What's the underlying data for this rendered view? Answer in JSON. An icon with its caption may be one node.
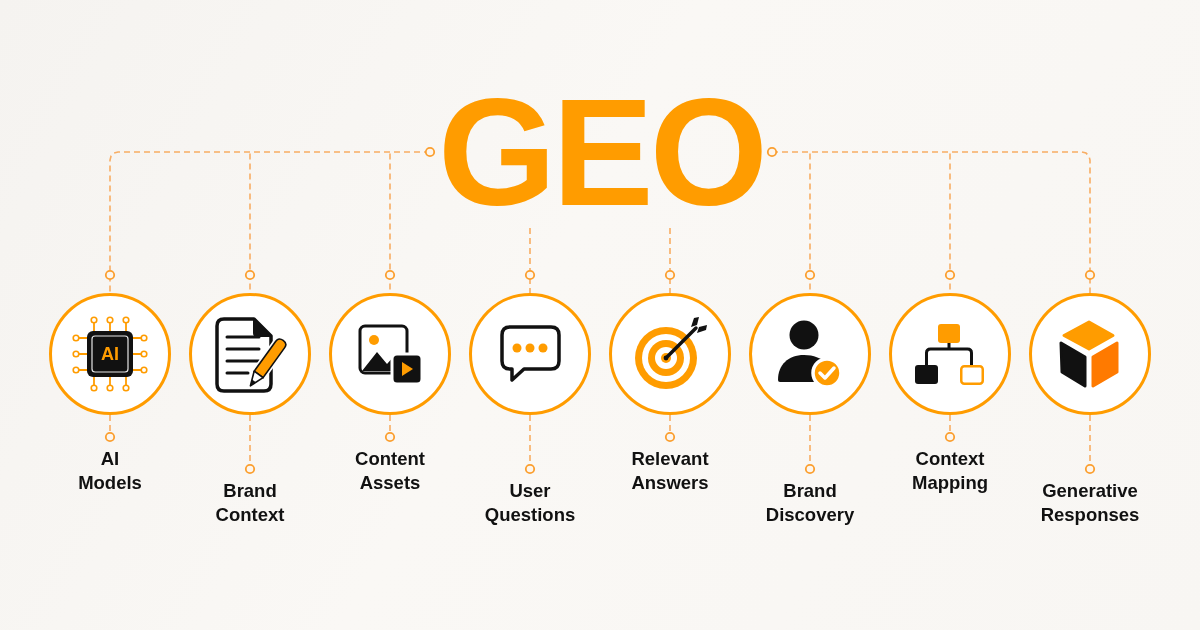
{
  "diagram": {
    "nodes": [
      {
        "text": [
          "GEO"
        ]
      },
      {
        "text": [],
        "shape": "circle"
      },
      {
        "text": [],
        "shape": "circle"
      },
      {
        "text": [],
        "shape": "circle"
      },
      {
        "text": [],
        "shape": "circle"
      },
      {
        "text": [],
        "shape": "circle"
      },
      {
        "text": [],
        "shape": "circle"
      },
      {
        "text": [],
        "shape": "circle"
      },
      {
        "text": [],
        "shape": "circle"
      },
      {
        "text": [
          "AI Models"
        ]
      },
      {
        "text": [
          "Brand Context"
        ]
      },
      {
        "text": [
          "Content Assets"
        ]
      },
      {
        "text": [
          "User Questions"
        ]
      },
      {
        "text": [
          "Relevant Answers"
        ]
      },
      {
        "text": [
          "Brand Discovery"
        ]
      },
      {
        "text": [
          "Context Mapping"
        ]
      },
      {
        "text": [
          "Generative Responses"
        ]
      }
    ],
    "edges": [
      {
        "from": 0,
        "to": 1,
        "arrow": "other",
        "style": "dashed"
      },
      {
        "from": 0,
        "to": 2,
        "arrow": "other",
        "style": "dashed"
      },
      {
        "from": 0,
        "to": 3,
        "arrow": "other",
        "style": "dashed"
      },
      {
        "from": 0,
        "to": 4,
        "arrow": "other",
        "style": "dashed"
      },
      {
        "from": 0,
        "to": 5,
        "arrow": "other",
        "style": "dashed"
      },
      {
        "from": 0,
        "to": 6,
        "arrow": "other",
        "style": "dashed"
      },
      {
        "from": 0,
        "to": 7,
        "arrow": "other",
        "style": "dashed"
      },
      {
        "from": 0,
        "to": 8,
        "arrow": "other",
        "style": "dashed"
      },
      {
        "from": 1,
        "to": 9,
        "arrow": "other",
        "style": "dashed"
      },
      {
        "from": 2,
        "to": 10,
        "arrow": "other",
        "style": "dashed"
      },
      {
        "from": 3,
        "to": 11,
        "arrow": "other",
        "style": "dashed"
      },
      {
        "from": 4,
        "to": 12,
        "arrow": "other",
        "style": "dashed"
      },
      {
        "from": 5,
        "to": 13,
        "arrow": "other",
        "style": "dashed"
      },
      {
        "from": 6,
        "to": 14,
        "arrow": "other",
        "style": "dashed"
      },
      {
        "from": 7,
        "to": 15,
        "arrow": "other",
        "style": "dashed"
      },
      {
        "from": 8,
        "to": 16,
        "arrow": "other",
        "style": "dashed"
      }
    ],
    "labels": [
      "AI"
    ]
  }
}
